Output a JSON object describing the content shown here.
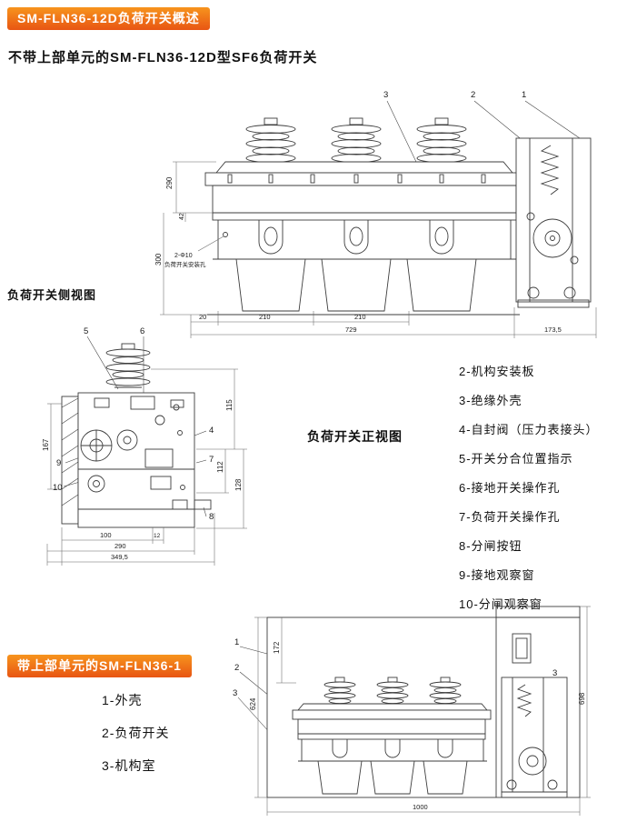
{
  "colors": {
    "badge_top": "#f7941d",
    "badge_bottom": "#e85513",
    "line": "#3c3c3c"
  },
  "section1": {
    "badge": "SM-FLN36-12D负荷开关概述",
    "subtitle": "不带上部单元的SM-FLN36-12D型SF6负荷开关",
    "side_view_label": "负荷开关侧视图",
    "front_view_label": "负荷开关正视图",
    "parts": [
      "2-机构安装板",
      "3-绝缘外壳",
      "4-自封阀（压力表接头）",
      "5-开关分合位置指示",
      "6-接地开关操作孔",
      "7-负荷开关操作孔",
      "8-分闸按钮",
      "9-接地观察窗",
      "10-分闸观察窗"
    ]
  },
  "section2": {
    "badge": "带上部单元的SM-FLN36-1",
    "parts": [
      "1-外壳",
      "2-负荷开关",
      "3-机构室"
    ]
  },
  "front_view": {
    "callouts": {
      "c3": "3",
      "c2": "2",
      "c1": "1"
    },
    "dims": {
      "v290": "290",
      "v42": "42",
      "v300": "300",
      "hole": "2-Φ10",
      "hole_note": "负荷开关安装孔",
      "w20": "20",
      "w210a": "210",
      "w210b": "210",
      "w729": "729",
      "w173": "173,5"
    }
  },
  "side_view": {
    "callouts": {
      "c5": "5",
      "c6": "6",
      "c9": "9",
      "c10": "10",
      "c4": "4",
      "c7": "7",
      "c8": "8"
    },
    "dims": {
      "v167": "167",
      "v115": "115",
      "v112": "112",
      "v128": "128",
      "w100": "100",
      "w12": "12",
      "w290": "290",
      "w349": "349,5"
    }
  },
  "unit_view": {
    "callouts": {
      "c1": "1",
      "c2": "2",
      "c3_left": "3",
      "c3_right": "3"
    },
    "dims": {
      "v172": "172",
      "v624": "624",
      "v698": "698",
      "w1000": "1000"
    }
  }
}
